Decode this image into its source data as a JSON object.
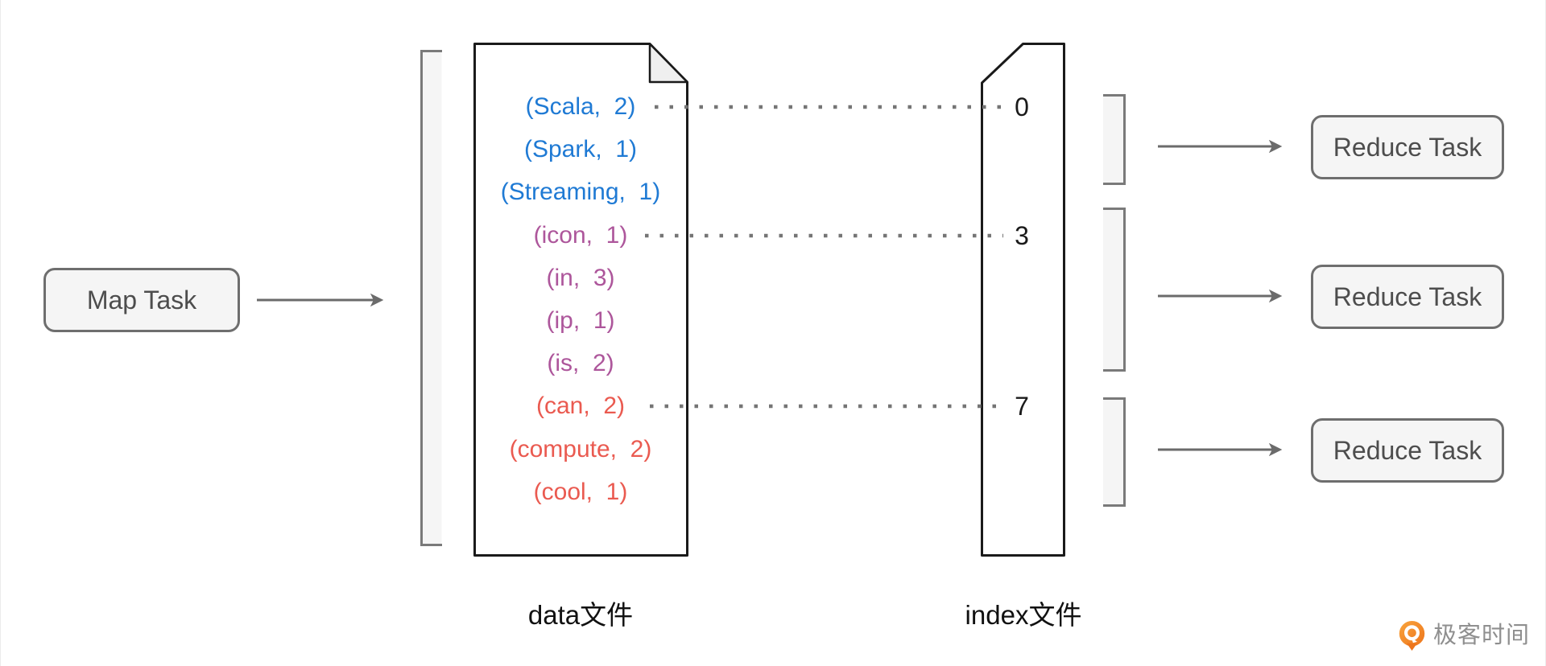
{
  "diagram": {
    "map_task": {
      "label": "Map Task"
    },
    "data_file": {
      "label": "data文件",
      "entries": [
        {
          "text": "(Scala,  2)",
          "group": "blue"
        },
        {
          "text": "(Spark,  1)",
          "group": "blue"
        },
        {
          "text": "(Streaming,  1)",
          "group": "blue"
        },
        {
          "text": "(icon,  1)",
          "group": "purple"
        },
        {
          "text": "(in,  3)",
          "group": "purple"
        },
        {
          "text": "(ip,  1)",
          "group": "purple"
        },
        {
          "text": "(is,  2)",
          "group": "purple"
        },
        {
          "text": "(can,  2)",
          "group": "red"
        },
        {
          "text": "(compute,  2)",
          "group": "red"
        },
        {
          "text": "(cool,  1)",
          "group": "red"
        }
      ]
    },
    "index_file": {
      "label": "index文件",
      "offsets": [
        {
          "value": "0"
        },
        {
          "value": "3"
        },
        {
          "value": "7"
        }
      ]
    },
    "reduce_tasks": [
      {
        "label": "Reduce Task"
      },
      {
        "label": "Reduce Task"
      },
      {
        "label": "Reduce Task"
      }
    ],
    "colors": {
      "blue": "#1f7ad4",
      "purple": "#ad569b",
      "red": "#ea5a50",
      "shape_border": "#1a1a1a",
      "node_border": "#6e6e6e",
      "node_fill": "#f5f5f5",
      "connector": "#6b6b6b"
    }
  },
  "branding": {
    "logo_text": "极客时间",
    "logo_color": "#ee7a1d"
  }
}
